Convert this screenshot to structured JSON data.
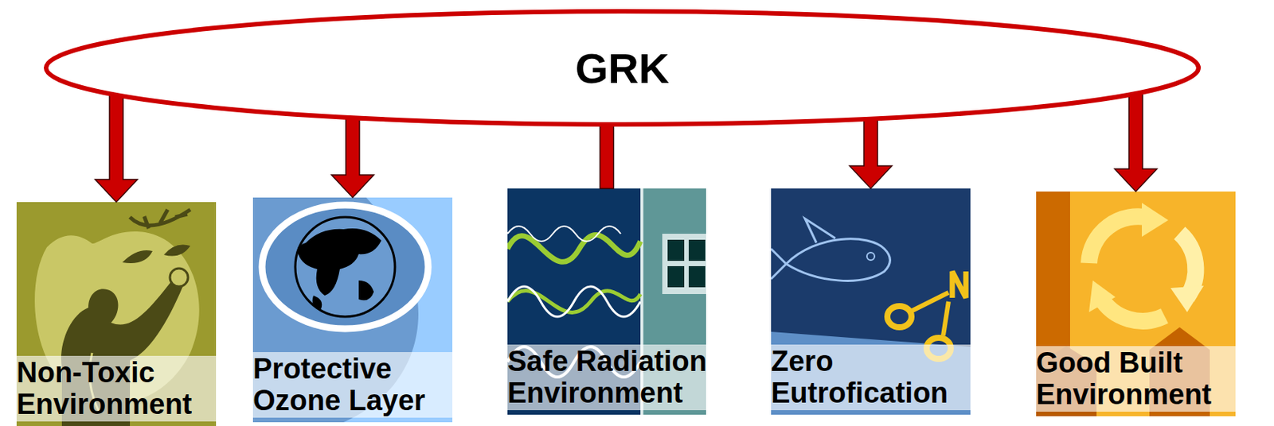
{
  "diagram": {
    "nodes": [
      {
        "text": [
          "GRK"
        ]
      },
      {
        "text": [
          "Non-Toxic Environment"
        ]
      },
      {
        "text": [
          "Protective Ozone Layer"
        ]
      },
      {
        "text": [
          "Safe Radiation Environment"
        ]
      },
      {
        "text": [
          "Zero Eutrofication"
        ]
      },
      {
        "text": [
          "Good Built Environment"
        ]
      }
    ],
    "edges": [
      {
        "from": 0,
        "to": 1,
        "arrow": "both"
      },
      {
        "from": 0,
        "to": 2,
        "arrow": "both"
      },
      {
        "from": 3,
        "to": 0,
        "arrow": "to"
      },
      {
        "from": 0,
        "to": 4,
        "arrow": "both"
      },
      {
        "from": 0,
        "to": 5,
        "arrow": "both"
      }
    ]
  }
}
